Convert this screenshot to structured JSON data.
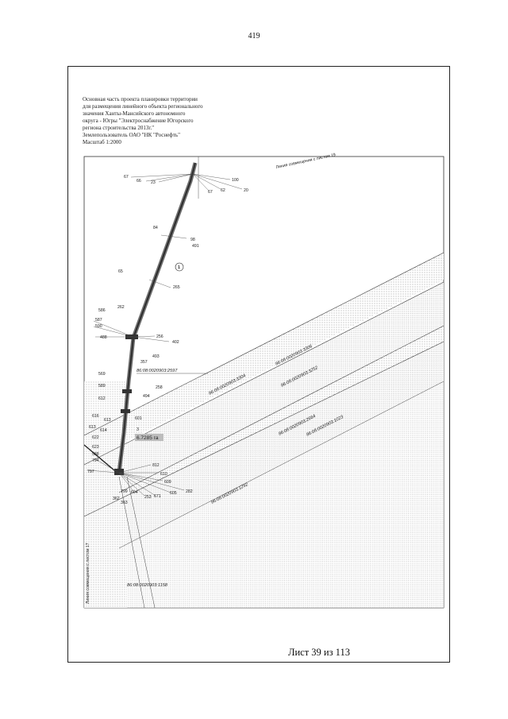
{
  "page_number": "419",
  "header_lines": [
    "Основная часть проекта планировки территории",
    "для размещения линейного объекта регионального",
    "значения Ханты-Мансийского автономного",
    "округа - Югры \"Электроснабжение Югорского",
    "региона строительства 2013г.\"",
    "Землепользователь ОАО \"НК \"Роснефть\"",
    "Масштаб 1:2000"
  ],
  "map": {
    "match_line_top": "Линия совмещения с листом 19",
    "match_line_left": "Линия совмещения с листом 17",
    "region_marker": "1",
    "area_label_num": "3",
    "area_label_value": "6.7285 га",
    "cadastral": [
      "86:08:0020903:2597",
      "86:08:0020903:3304",
      "86:08:0020903:3306",
      "86:08:0020903:3252",
      "86:08:0020903:2664",
      "86:08:0020903:1023",
      "86:08:0020903:1292",
      "86:08:0020903:1158"
    ],
    "points": [
      "67",
      "66",
      "23",
      "100",
      "67",
      "62",
      "20",
      "84",
      "98",
      "491",
      "65",
      "265",
      "262",
      "586",
      "587",
      "590",
      "488",
      "256",
      "402",
      "493",
      "357",
      "569",
      "258",
      "494",
      "589",
      "612",
      "616",
      "613",
      "601",
      "613",
      "614",
      "622",
      "623",
      "588",
      "794",
      "797",
      "812",
      "610",
      "609",
      "799",
      "604",
      "253",
      "671",
      "605",
      "282",
      "362",
      "363"
    ]
  },
  "footer_sheet": "Лист 39 из 113"
}
